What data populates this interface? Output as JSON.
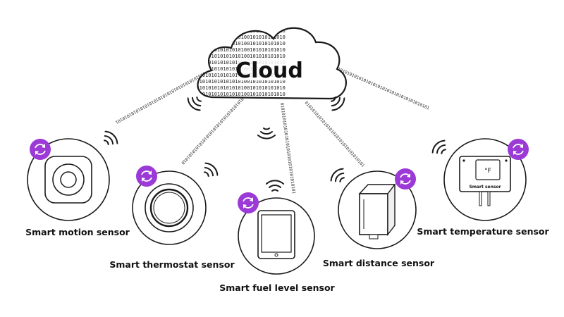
{
  "cloud": {
    "title": "Cloud"
  },
  "binary_pattern": "01010101010101010100101010101010",
  "line_pattern": "0101010101010101010101010101010101010101",
  "sensors": [
    {
      "id": "motion",
      "label": "Smart motion sensor"
    },
    {
      "id": "thermostat",
      "label": "Smart thermostat sensor"
    },
    {
      "id": "fuel",
      "label": "Smart fuel level sensor"
    },
    {
      "id": "distance",
      "label": "Smart distance sensor"
    },
    {
      "id": "temperature",
      "label": "Smart temperature sensor",
      "device_label": "Smart sensor",
      "unit": "°F"
    }
  ],
  "colors": {
    "accent": "#9b3ad6",
    "ink": "#1a1a1a",
    "background": "#ffffff"
  },
  "icons": {
    "sync": "sync-icon",
    "wifi": "wifi-icon"
  }
}
